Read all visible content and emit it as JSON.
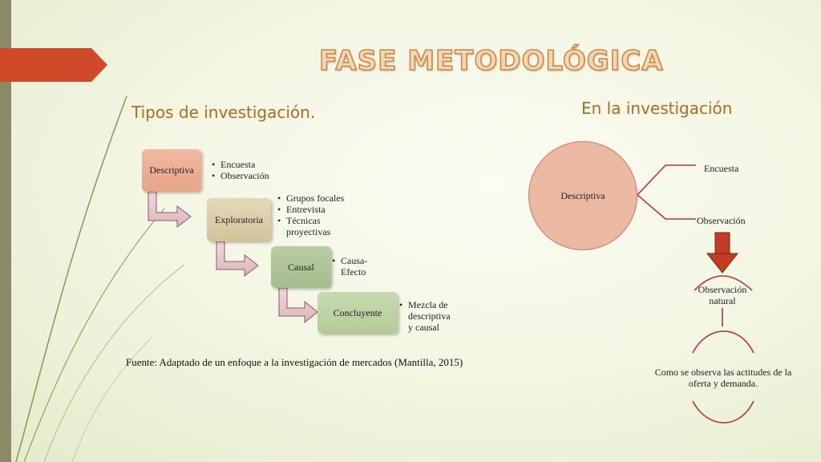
{
  "title": "FASE METODOLÓGICA",
  "left_heading": "Tipos de investigación.",
  "right_heading": "En la investigación",
  "process": [
    {
      "label": "Descriptiva",
      "bullets": [
        "Encuesta",
        "Observación"
      ]
    },
    {
      "label": "Exploratoria",
      "bullets": [
        "Grupos focales",
        "Entrevista",
        "Técnicas proyectivas"
      ]
    },
    {
      "label": "Causal",
      "bullets": [
        "Causa-Efecto"
      ]
    },
    {
      "label": "Concluyente",
      "bullets": [
        "Mezcla de descriptiva y causal"
      ]
    }
  ],
  "source": "Fuente: Adaptado de un enfoque a la investigación de mercados (Mantilla, 2015)",
  "right_diagram": {
    "center": "Descriptiva",
    "branches": [
      "Encuesta",
      "Observación"
    ],
    "detail": "Observación natural",
    "conclusion": "Como se observa las actitudes de la oferta y demanda."
  },
  "colors": {
    "title_fill": "#f6d5b5",
    "title_stroke": "#c98a46",
    "heading": "#b36a1f",
    "arrow_down": "#c23b22",
    "accent_left": "#d04a2a"
  }
}
